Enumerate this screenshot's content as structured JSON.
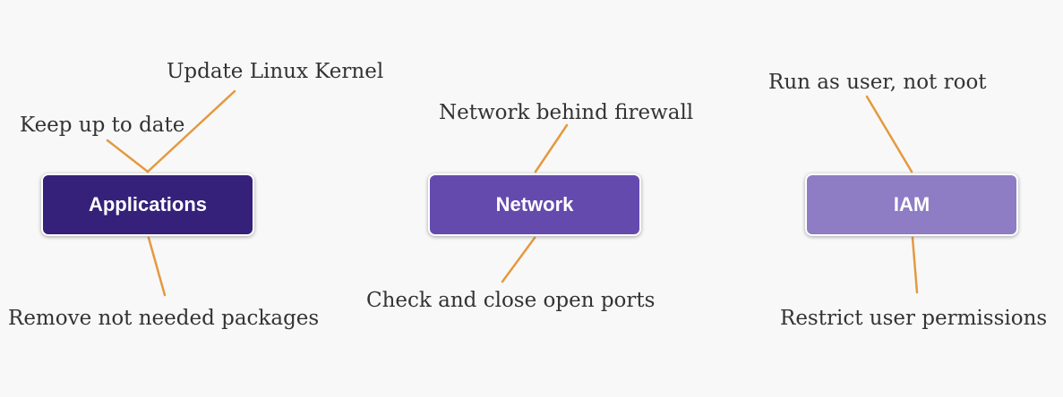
{
  "colors": {
    "applications": "#35207a",
    "network": "#654aae",
    "iam": "#8e7cc4",
    "connector": "#e39a3f"
  },
  "boxes": {
    "applications": "Applications",
    "network": "Network",
    "iam": "IAM"
  },
  "notes": {
    "update_kernel": "Update Linux Kernel",
    "keep_up_to_date": "Keep up to date",
    "remove_packages": "Remove not needed packages",
    "network_firewall": "Network behind firewall",
    "close_ports": "Check and close open ports",
    "run_as_user": "Run as user, not root",
    "restrict_permissions": "Restrict user permissions"
  }
}
